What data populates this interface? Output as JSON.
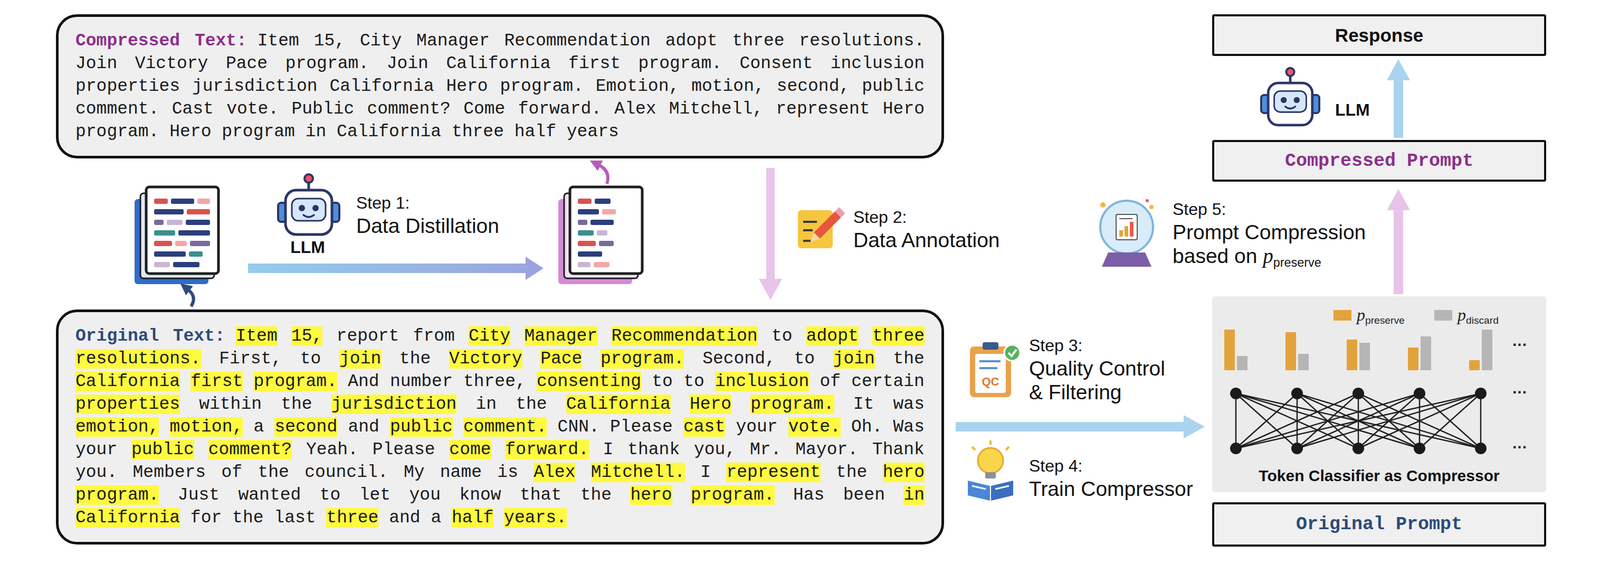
{
  "diagram": {
    "nodes": [
      {
        "text": [
          "Compressed Text:",
          "Item 15, City Manager Recommendation adopt three resolutions. Join Victory Pace program. Join California first program. Consent inclusion properties jurisdiction California Hero program. Emotion, motion, second, public comment. Cast vote. Public comment? Come forward. Alex Mitchell, represent Hero program. Hero program in California three half years"
        ]
      },
      {
        "text": [
          "Response"
        ]
      },
      {
        "text": [
          "Compressed Prompt"
        ]
      },
      {
        "text": [
          "Original Text:",
          "Item 15, report from City Manager Recommendation to adopt three resolutions. First, to join the Victory Pace program. Second, to join the California first program. And number three, consenting to to inclusion of certain properties within the jurisdiction in the California Hero program. It was emotion, motion, a second and public comment. CNN. Please cast your vote. Oh. Was your public comment? Yeah. Please come forward. I thank you, Mr. Mayor. Thank you. Members of the council. My name is Alex Mitchell. I represent the hero program. Just wanted to let you know that the hero program. Has been in California for the last three and a half years."
        ]
      },
      {
        "text": [
          "Token Classifier as Compressor"
        ]
      },
      {
        "text": [
          "Original Prompt"
        ]
      }
    ],
    "edges": [
      {
        "from": 0,
        "to": 3,
        "arrow": "to"
      },
      {
        "from": 3,
        "to": 4,
        "arrow": "to"
      },
      {
        "from": 4,
        "to": 2,
        "arrow": "to"
      },
      {
        "from": 2,
        "to": 1,
        "arrow": "to"
      }
    ],
    "labels": [
      "Step 1:",
      "Data Distillation",
      "LLM",
      "Step 2:",
      "Data Annotation",
      "Step 3:",
      "Quality Control & Filtering",
      "QC",
      "Step 4:",
      "Train Compressor",
      "Step 5:",
      "Prompt Compression based on ppreserve",
      "LLM",
      "...",
      "...",
      "..."
    ],
    "legend": [
      {
        "text": "ppreserve",
        "color": "#e3a33b"
      },
      {
        "text": "pdiscard",
        "color": "#b5b5b5"
      }
    ]
  }
}
